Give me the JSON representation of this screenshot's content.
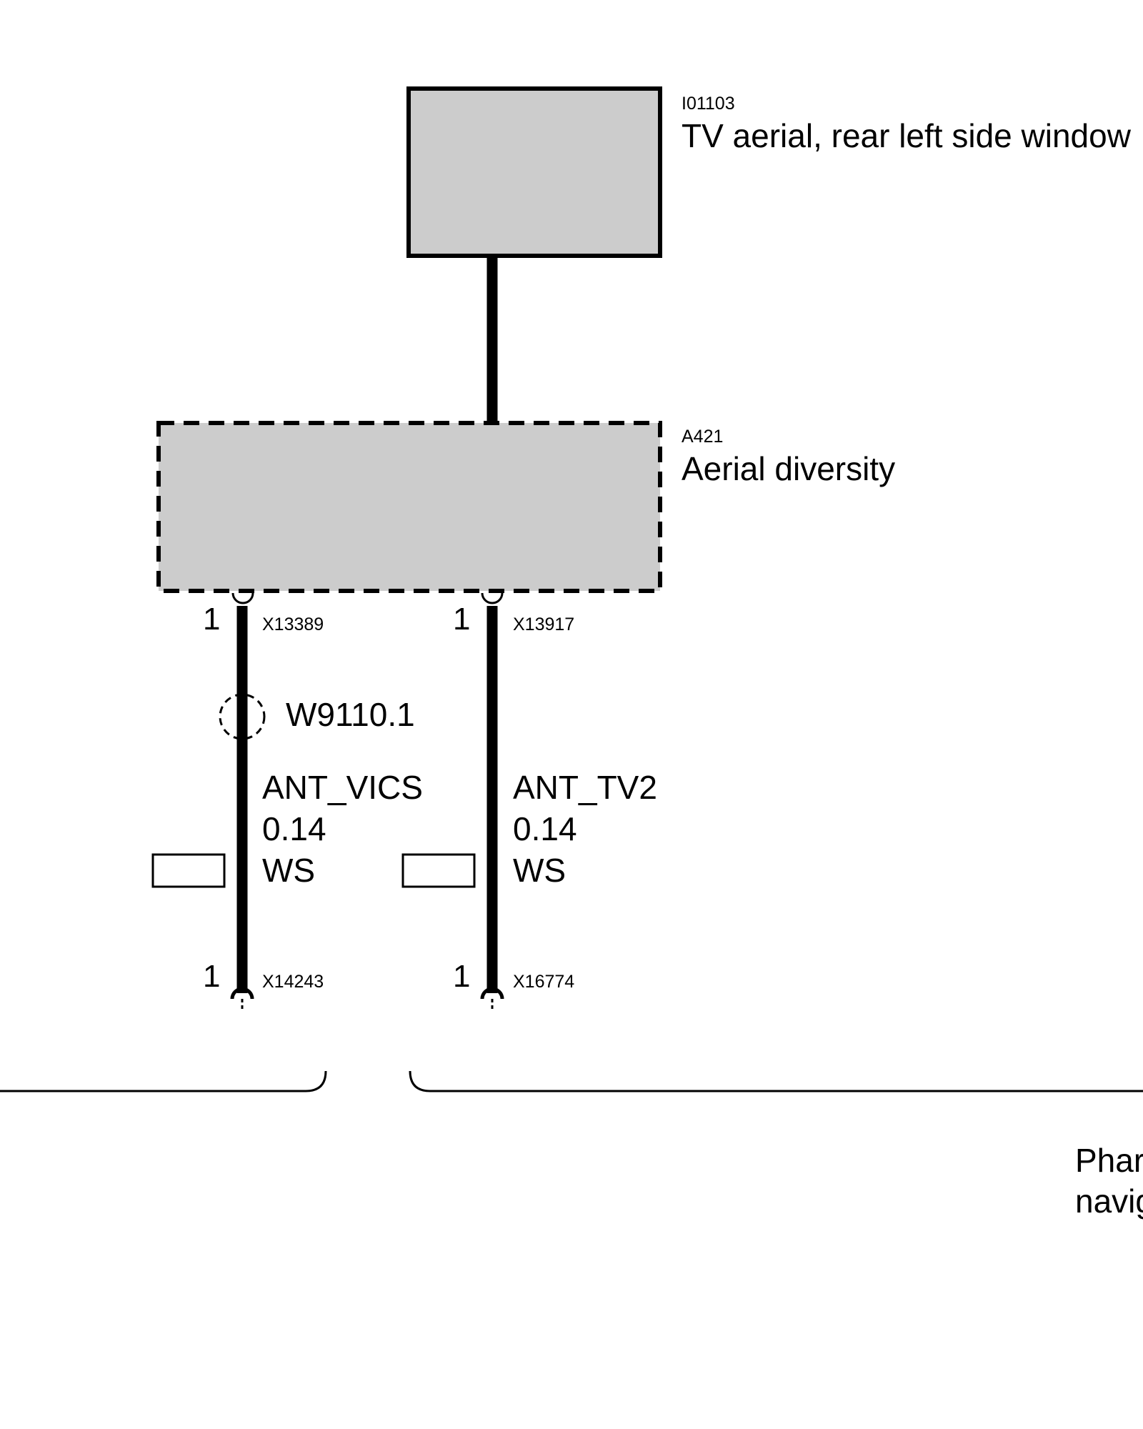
{
  "components": {
    "tv_aerial": {
      "id": "I01103",
      "name": "TV aerial, rear left side window"
    },
    "aerial_diversity": {
      "id": "A421",
      "name": "Aerial diversity"
    }
  },
  "wires": [
    {
      "pin_top": "1",
      "connector_top": "X13389",
      "shield": "W9110.1",
      "signal": "ANT_VICS",
      "cross_section": "0.14",
      "color": "WS",
      "pin_bottom": "1",
      "connector_bottom": "X14243"
    },
    {
      "pin_top": "1",
      "connector_top": "X13917",
      "signal": "ANT_TV2",
      "cross_section": "0.14",
      "color": "WS",
      "pin_bottom": "1",
      "connector_bottom": "X16774"
    }
  ],
  "bottom_component": {
    "name_line1": "Phar",
    "name_line2": "navig"
  },
  "colors": {
    "component_fill": "#cccccc",
    "stroke": "#000000"
  }
}
